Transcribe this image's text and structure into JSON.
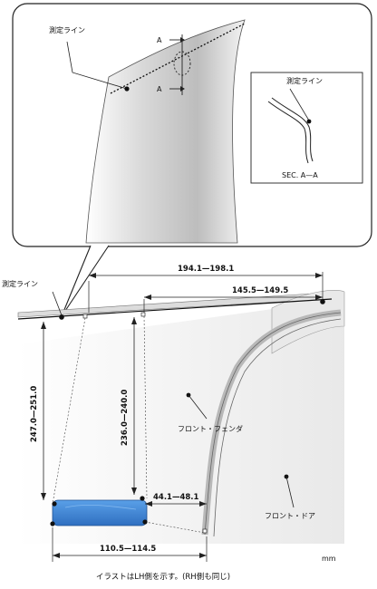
{
  "labels": {
    "measure_line_top": "測定ライン",
    "section_mark": "A",
    "section_title": "SEC. A—A",
    "section_measure_line": "測定ライン",
    "measure_line_main": "測定ライン",
    "front_fender": "フロント・フェンダ",
    "front_door": "フロント・ドア",
    "unit": "mm",
    "caption": "イラストはLH側を示す。(RH側も同じ)"
  },
  "dimensions": {
    "top_long": "194.1—198.1",
    "top_short": "145.5—149.5",
    "vert_left": "247.0—251.0",
    "vert_right": "236.0—240.0",
    "horiz_right": "44.1—48.1",
    "horiz_bottom": "110.5—114.5"
  },
  "colors": {
    "accent_part": "#3f86d6",
    "line": "#111111"
  }
}
